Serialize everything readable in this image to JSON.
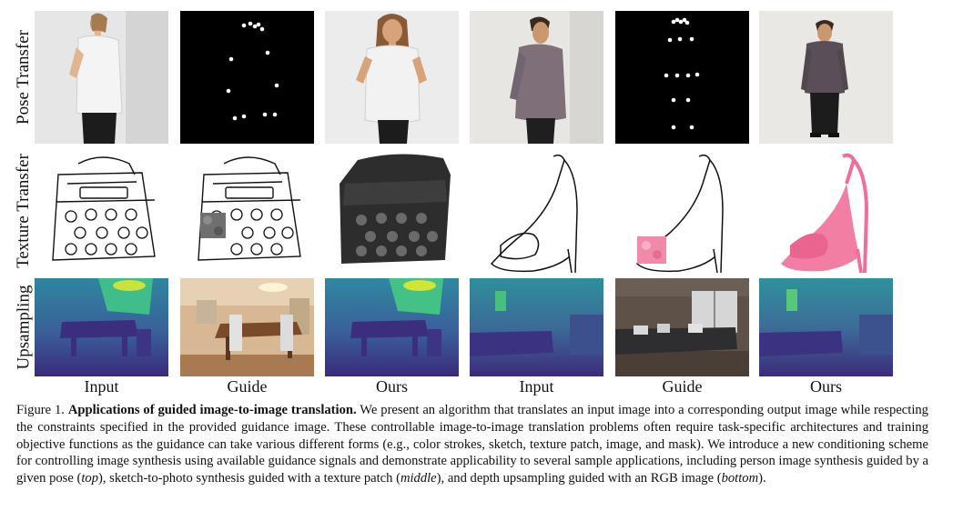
{
  "rows": [
    {
      "label": "Pose Transfer"
    },
    {
      "label": "Texture Transfer"
    },
    {
      "label": "Upsampling"
    }
  ],
  "columns": [
    {
      "label": "Input"
    },
    {
      "label": "Guide"
    },
    {
      "label": "Ours"
    },
    {
      "label": "Input"
    },
    {
      "label": "Guide"
    },
    {
      "label": "Ours"
    }
  ],
  "caption": {
    "figure_number": "Figure 1.",
    "title": "Applications of guided image-to-image translation.",
    "body_1": "We present an algorithm that translates an input image into a corresponding output image while respecting the constraints specified in the provided guidance image. These controllable image-to-image translation problems often require task-specific architectures and training objective functions as the guidance can take various different forms (e.g., color strokes, sketch, texture patch, image, and mask). We introduce a new conditioning scheme for controlling image synthesis using available guidance signals and demonstrate applicability to several sample applications, including person image synthesis guided by a given pose (",
    "top": "top",
    "body_2": "), sketch-to-photo synthesis guided with a texture patch (",
    "middle": "middle",
    "body_3": "), and depth upsampling guided with an RGB image (",
    "bottom": "bottom",
    "body_4": ")."
  }
}
